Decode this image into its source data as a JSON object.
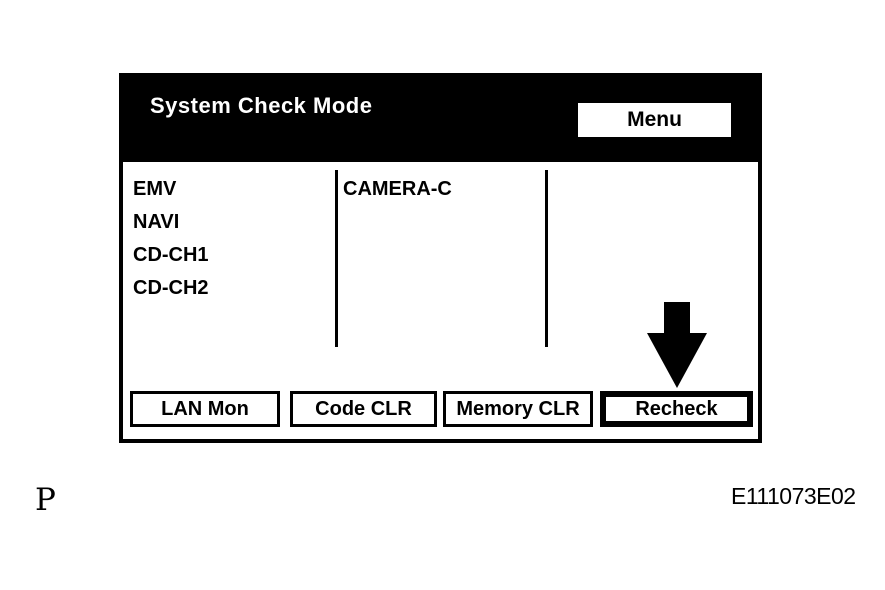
{
  "screen": {
    "title": "System Check Mode",
    "menu_button_label": "Menu",
    "device_list": [
      "EMV",
      "NAVI",
      "CD-CH1",
      "CD-CH2"
    ],
    "camera_label": "CAMERA-C",
    "action_buttons": [
      {
        "label": "LAN Mon",
        "highlighted": false
      },
      {
        "label": "Code CLR",
        "highlighted": false
      },
      {
        "label": "Memory CLR",
        "highlighted": false
      },
      {
        "label": "Recheck",
        "highlighted": true
      }
    ],
    "pointer_icon": "arrow-down-icon",
    "colors": {
      "header_bg": "#000000",
      "header_text": "#ffffff",
      "screen_bg": "#ffffff",
      "text": "#000000",
      "border": "#000000"
    }
  },
  "figure": {
    "page_label": "P",
    "figure_code": "E111073E02"
  }
}
